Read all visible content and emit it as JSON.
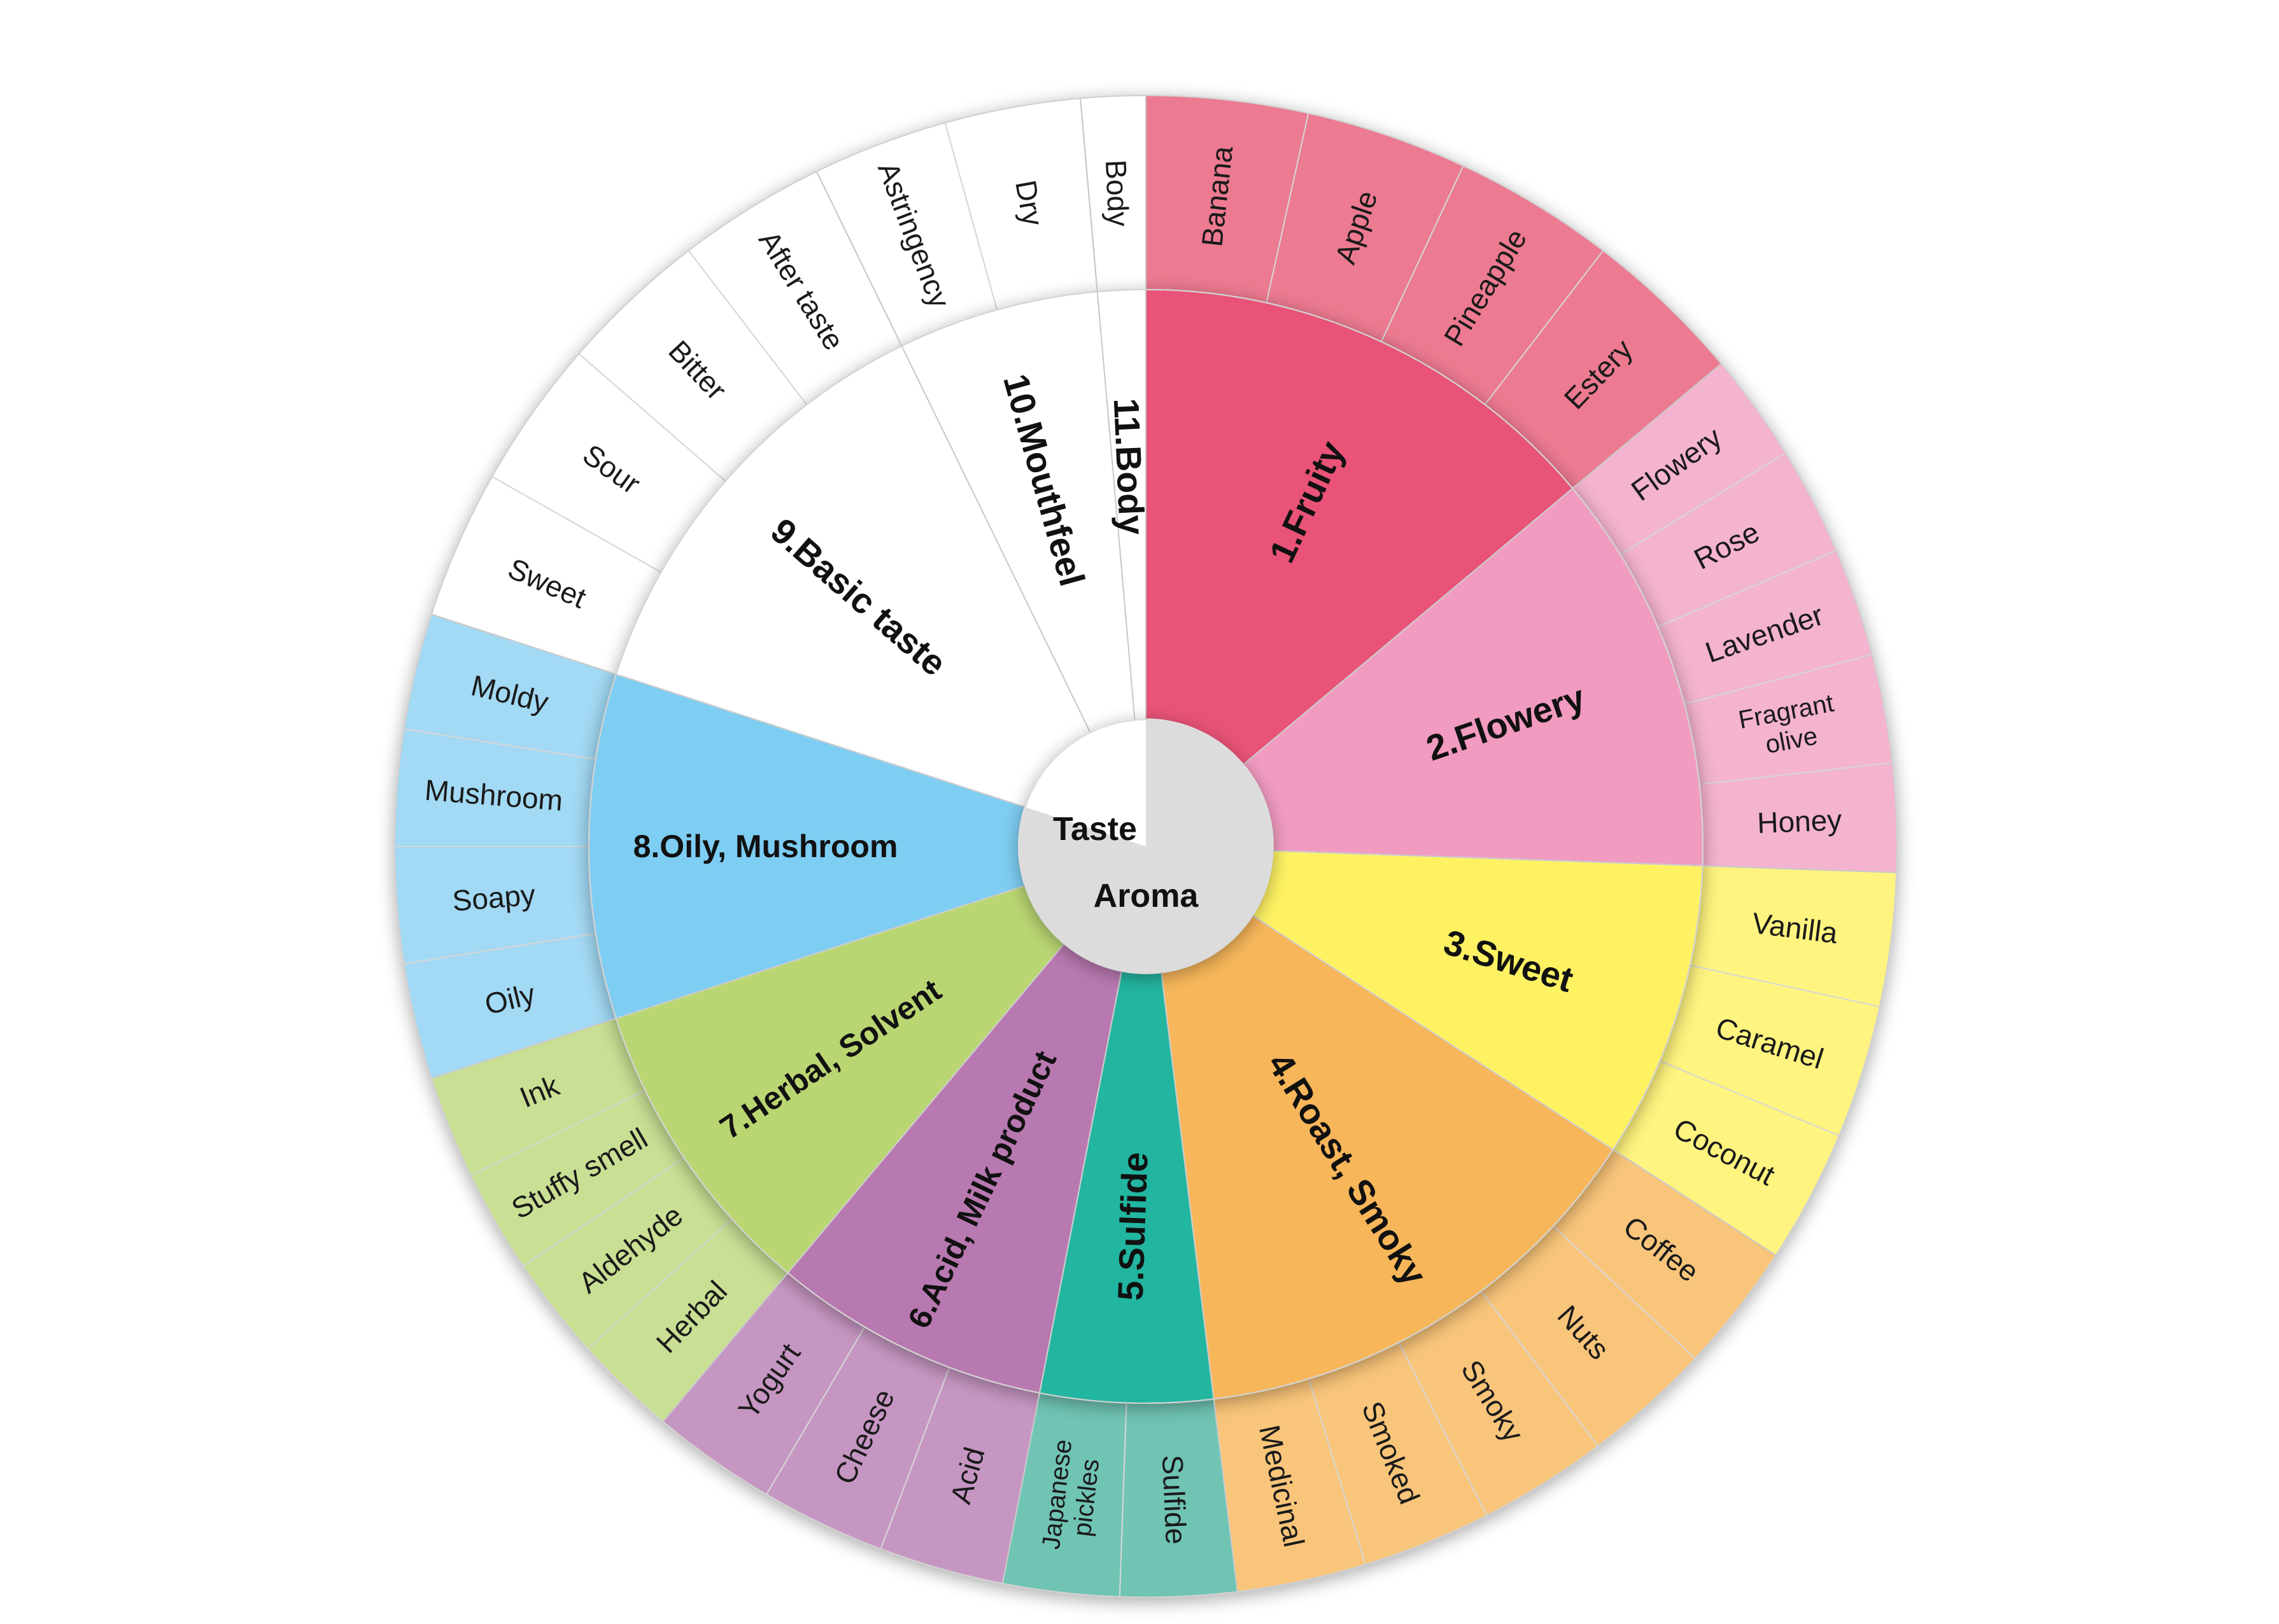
{
  "center": {
    "taste_label": "Taste",
    "aroma_label": "Aroma",
    "fill": "#dcdcdc"
  },
  "taste_categories": [
    {
      "name": "9.Basic taste",
      "color": "#ffffff",
      "sub_color": "#ffffff",
      "subs": [
        "Sweet",
        "Sour",
        "Bitter",
        "After taste"
      ]
    },
    {
      "name": "10.Mouthfeel",
      "color": "#ffffff",
      "sub_color": "#ffffff",
      "subs": [
        "Astringency",
        "Dry"
      ]
    },
    {
      "name": "11.Body",
      "color": "#ffffff",
      "sub_color": "#ffffff",
      "subs": [
        "Body"
      ]
    }
  ],
  "aroma_categories": [
    {
      "name": "1.Fruity",
      "color": "#e85377",
      "sub_color": "#ec7a90",
      "subs": [
        "Banana",
        "Apple",
        "Pineapple",
        "Estery"
      ]
    },
    {
      "name": "2.Flowery",
      "color": "#f19bc0",
      "sub_color": "#f4b3cf",
      "subs": [
        "Flowery",
        "Rose",
        "Lavender",
        "Fragrant olive",
        "Honey"
      ]
    },
    {
      "name": "3.Sweet",
      "color": "#fef263",
      "sub_color": "#fff47f",
      "subs": [
        "Vanilla",
        "Caramel",
        "Coconut"
      ]
    },
    {
      "name": "4.Roast, Smoky",
      "color": "#f7b65a",
      "sub_color": "#f9c57a",
      "subs": [
        "Coffee",
        "Nuts",
        "Smoky",
        "Smoked",
        "Medicinal"
      ]
    },
    {
      "name": "5.Sulfide",
      "color": "#21b5a0",
      "sub_color": "#6fc4b4",
      "subs": [
        "Sulfide",
        "Japanese pickles"
      ]
    },
    {
      "name": "6.Acid, Milk product",
      "color": "#b878b0",
      "sub_color": "#c696c2",
      "subs": [
        "Acid",
        "Cheese",
        "Yogurt"
      ]
    },
    {
      "name": "7.Herbal, Solvent",
      "color": "#bad673",
      "sub_color": "#c9df94",
      "subs": [
        "Herbal",
        "Aldehyde",
        "Stuffy smell",
        "Ink"
      ]
    },
    {
      "name": "8.Oily, Mushroom",
      "color": "#7ecdf2",
      "sub_color": "#a2d9f4",
      "subs": [
        "Oily",
        "Soapy",
        "Mushroom",
        "Moldy"
      ]
    }
  ]
}
